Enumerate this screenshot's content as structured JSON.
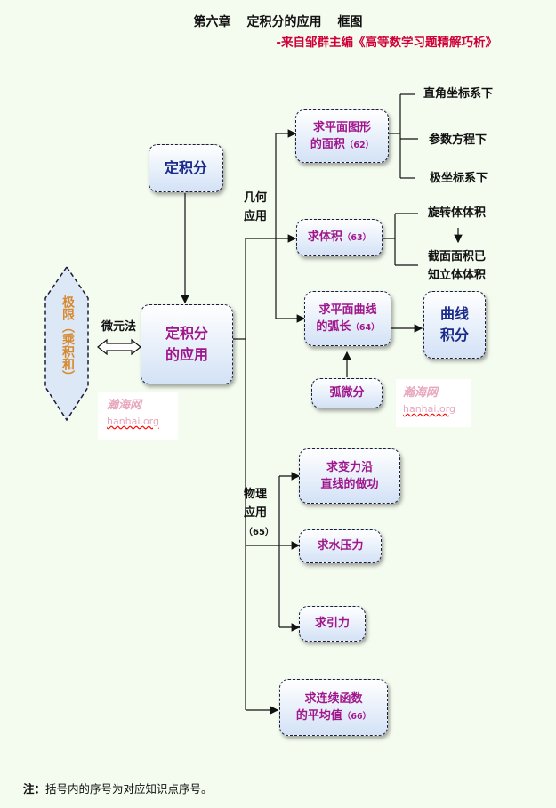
{
  "title": {
    "chapter": "第六章",
    "topic": "定积分的应用",
    "kind": "框图"
  },
  "subtitle": "-来自邹群主编《高等数学习题精解巧析》",
  "nodes": {
    "def_integral": "定积分",
    "application": [
      "定积分",
      "的应用"
    ],
    "limit": "极限（乘积和）",
    "micro_element": "微元法",
    "geometry_label": [
      "几何",
      "应用"
    ],
    "physics_label": [
      "物理",
      "应用",
      "（65）"
    ],
    "area": {
      "text": [
        "求平面图形",
        "的面积"
      ],
      "num": "（62）"
    },
    "volume": {
      "text": "求体积",
      "num": "（63）"
    },
    "arc": {
      "text": [
        "求平面曲线",
        "的弧长"
      ],
      "num": "（64）"
    },
    "curve_integral": [
      "曲线",
      "积分"
    ],
    "arc_differential": "弧微分",
    "area_cases": [
      "直角坐标系下",
      "参数方程下",
      "极坐标系下"
    ],
    "rotation_volume": "旋转体体积",
    "cross_section": [
      "截面面积已",
      "知立体体积"
    ],
    "work": [
      "求变力沿",
      "直线的做功"
    ],
    "water_pressure": "求水压力",
    "gravity": "求引力",
    "mean_value": {
      "text": [
        "求连续函数",
        "的平均值"
      ],
      "num": "（66）"
    }
  },
  "watermark": {
    "name": "瀚海网",
    "url": "hanhai.org"
  },
  "note": {
    "label": "注：",
    "text": "括号内的序号为对应知识点序号。"
  }
}
